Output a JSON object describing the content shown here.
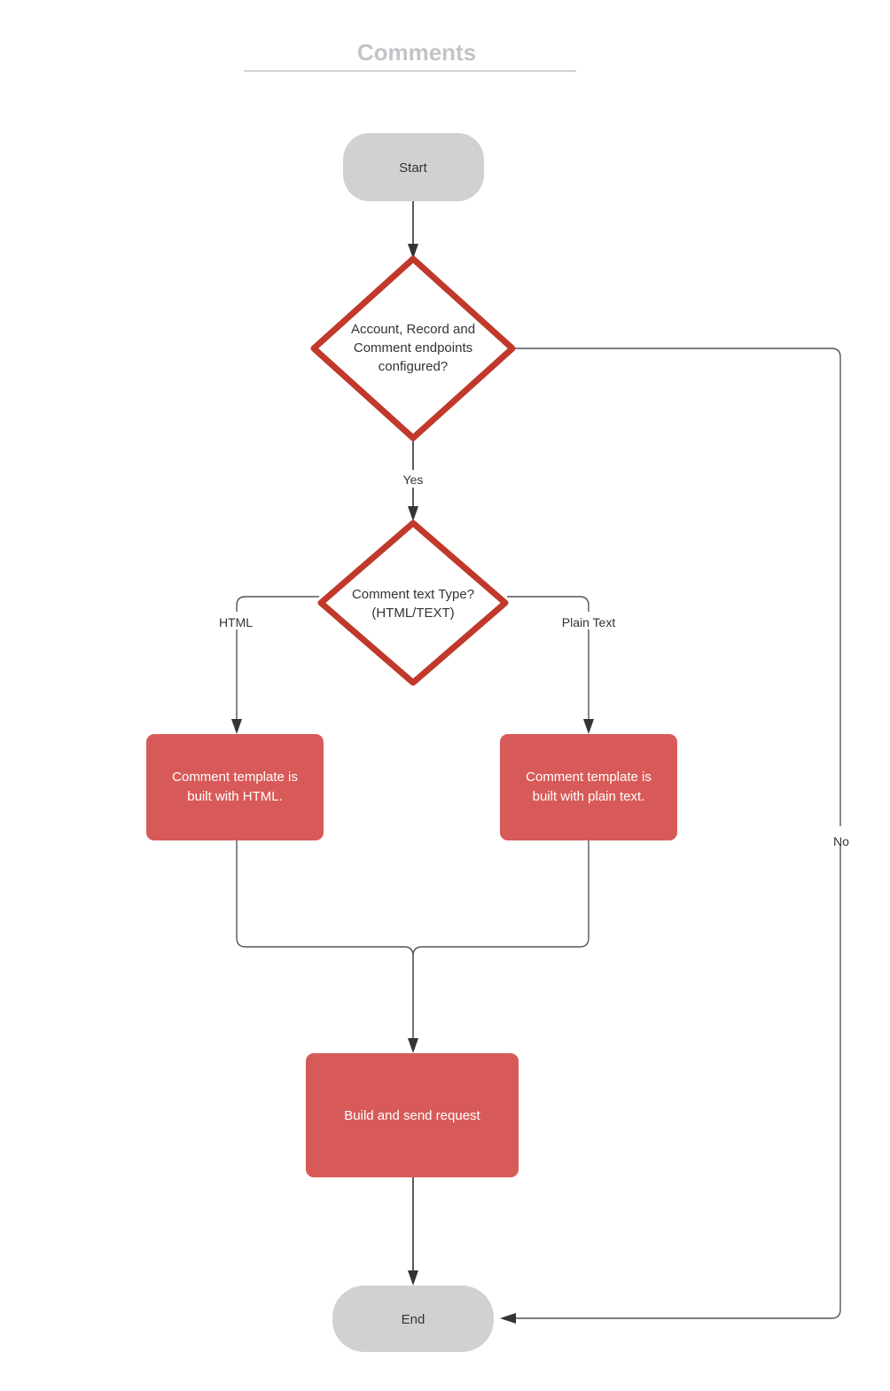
{
  "diagram": {
    "title": "Comments",
    "type": "flowchart",
    "background_color": "#ffffff",
    "title_color": "#c3c4c8",
    "accent_color": "#c0392b",
    "process_fill_color": "#d85a58",
    "terminator_fill_color": "#d1d1d3",
    "edge_color": "#55555a"
  },
  "nodes": {
    "start": {
      "label": "Start",
      "shape": "terminator"
    },
    "decision_endpoints": {
      "line1": "Account, Record and",
      "line2": "Comment endpoints",
      "line3": "configured?",
      "shape": "decision"
    },
    "decision_text_type": {
      "line1": "Comment text Type?",
      "line2": "(HTML/TEXT)",
      "shape": "decision"
    },
    "process_html": {
      "line1": "Comment  template is",
      "line2": "built with HTML.",
      "shape": "process"
    },
    "process_plain": {
      "line1": "Comment  template is",
      "line2": "built with plain text.",
      "shape": "process"
    },
    "process_build": {
      "label": "Build and send request",
      "shape": "process"
    },
    "end": {
      "label": "End",
      "shape": "terminator"
    }
  },
  "edges": {
    "start_to_decision1": {
      "label": ""
    },
    "decision1_yes": {
      "label": "Yes"
    },
    "decision1_no": {
      "label": "No"
    },
    "decision2_html": {
      "label": "HTML"
    },
    "decision2_plain": {
      "label": "Plain Text"
    },
    "html_to_merge": {
      "label": ""
    },
    "plain_to_merge": {
      "label": ""
    },
    "merge_to_build": {
      "label": ""
    },
    "build_to_end": {
      "label": ""
    }
  }
}
